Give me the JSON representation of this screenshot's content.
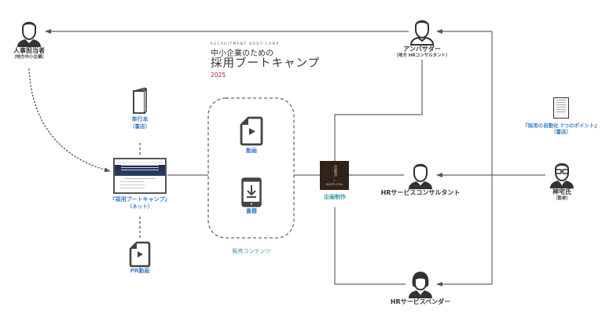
{
  "title": {
    "eyebrow": "RECRUITMENT BOOT-CAMP",
    "line1": "中小企業のための",
    "line2": "採用ブートキャンプ",
    "year": "2025"
  },
  "nodes": {
    "hr_manager": {
      "label": "人事担当者",
      "sub": "（地方中小企業）",
      "icon": "person-icon"
    },
    "ambassador": {
      "label": "アンバサダー",
      "sub": "（地方 HRコンサルタント）",
      "icon": "person-icon"
    },
    "hr_consultant": {
      "label": "HRサービスコンサルタント",
      "icon": "person-icon"
    },
    "hr_vendor": {
      "label": "HRサービスベンダー",
      "icon": "female-person-icon"
    },
    "supervisor": {
      "label": "神宅氏",
      "sub": "（監修）",
      "icon": "glasses-person-icon"
    },
    "book_single": {
      "label": "単行本",
      "sub": "（書店）",
      "icon": "book-icon"
    },
    "bootcamp_net": {
      "label": "『採用ブートキャンプ』",
      "sub": "（ネット）",
      "icon": "web-screenshot"
    },
    "pr_video": {
      "label": "PR動画",
      "icon": "video-file-icon"
    },
    "video": {
      "label": "動画",
      "icon": "video-file-icon"
    },
    "ebook": {
      "label": "書籍",
      "icon": "tablet-download-icon"
    },
    "sales_contents": {
      "label": "販売コンテンツ"
    },
    "planning": {
      "label": "企画制作",
      "logo_jp": "企画舎",
      "logo_x": "×",
      "logo_en": "KIMPLURA"
    },
    "auto_book": {
      "label": "『採用の自動化 7つのポイント』",
      "sub": "（書店）",
      "icon": "book-cover"
    }
  },
  "colors": {
    "line": "#666666",
    "accent_blue": "#3a7fd0",
    "accent_teal": "#2a9aa8",
    "title_year": "#b2213a",
    "planning_box": "#2f2219",
    "icon_dark": "#333333"
  }
}
